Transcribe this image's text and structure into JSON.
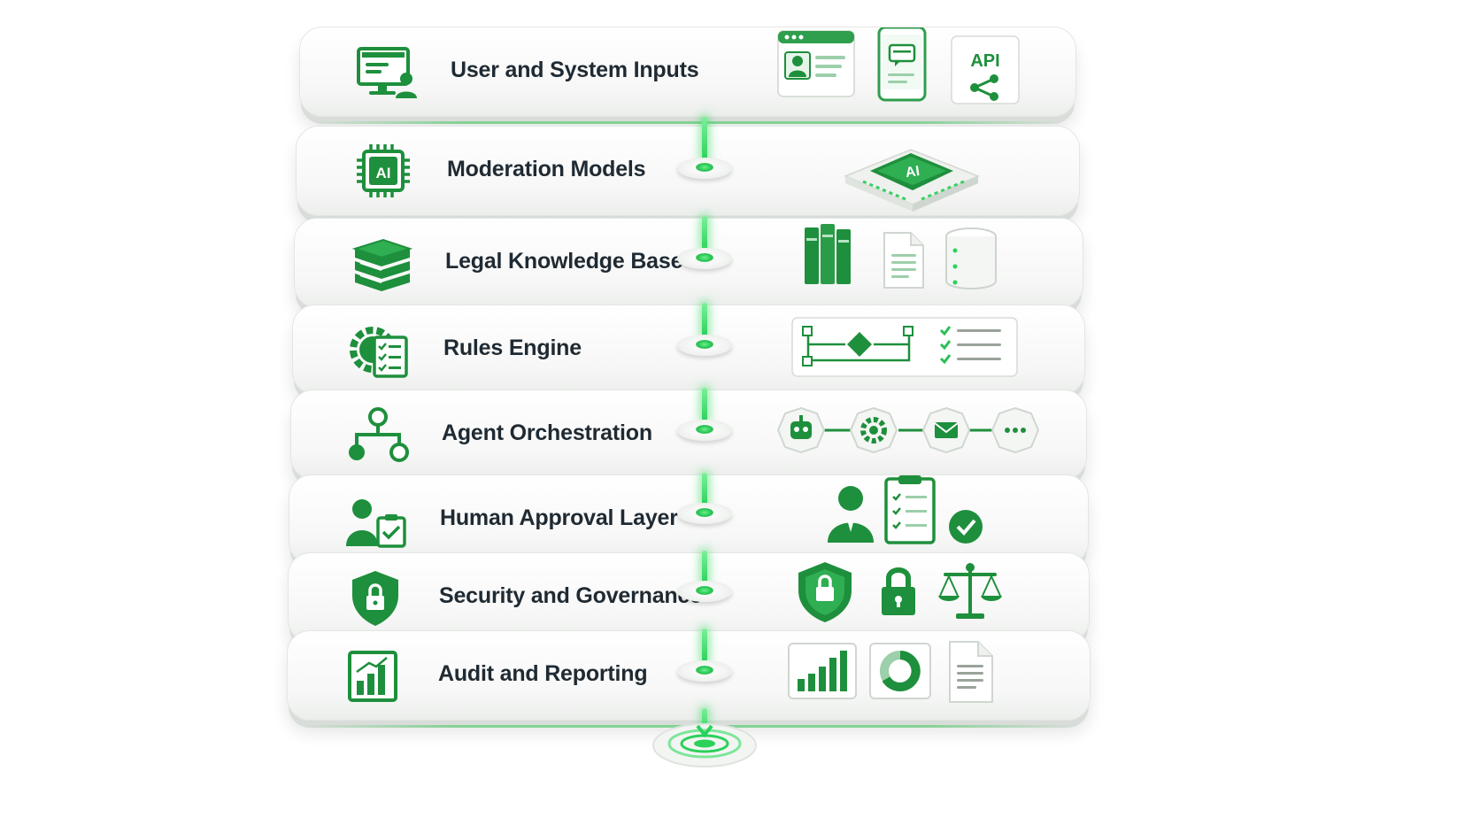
{
  "colors": {
    "accent": "#1e8f3c",
    "accent_light": "#3fc167",
    "glow": "#2bd15a",
    "text": "#1f2a33"
  },
  "layers": [
    {
      "label": "User and System Inputs",
      "icon": "monitor-user-icon",
      "visuals": [
        "browser-profile-window-icon",
        "mobile-chat-icon",
        "api-share-icon"
      ],
      "api_label": "API"
    },
    {
      "label": "Moderation Models",
      "icon": "ai-chip-icon",
      "visuals": [
        "ai-chip-device-icon"
      ],
      "chip_label": "AI"
    },
    {
      "label": "Legal Knowledge Base",
      "icon": "book-stack-icon",
      "visuals": [
        "books-icon",
        "document-icon",
        "database-icon"
      ]
    },
    {
      "label": "Rules Engine",
      "icon": "gear-checklist-icon",
      "visuals": [
        "flowchart-checklist-card-icon"
      ]
    },
    {
      "label": "Agent Orchestration",
      "icon": "hierarchy-nodes-icon",
      "visuals": [
        "robot-node-icon",
        "gear-node-icon",
        "mail-node-icon",
        "more-node-icon"
      ]
    },
    {
      "label": "Human Approval Layer",
      "icon": "person-clipboard-icon",
      "visuals": [
        "person-icon",
        "clipboard-checklist-icon",
        "check-circle-icon"
      ]
    },
    {
      "label": "Security and Governance",
      "icon": "shield-lock-icon",
      "visuals": [
        "shield-lock-icon",
        "padlock-icon",
        "scales-of-justice-icon"
      ]
    },
    {
      "label": "Audit and Reporting",
      "icon": "bar-chart-icon",
      "visuals": [
        "bar-chart-card-icon",
        "donut-chart-icon",
        "report-document-icon"
      ]
    }
  ],
  "ai_icon_label": "AI",
  "flow": {
    "direction": "down",
    "terminal": "target-pad-icon"
  }
}
